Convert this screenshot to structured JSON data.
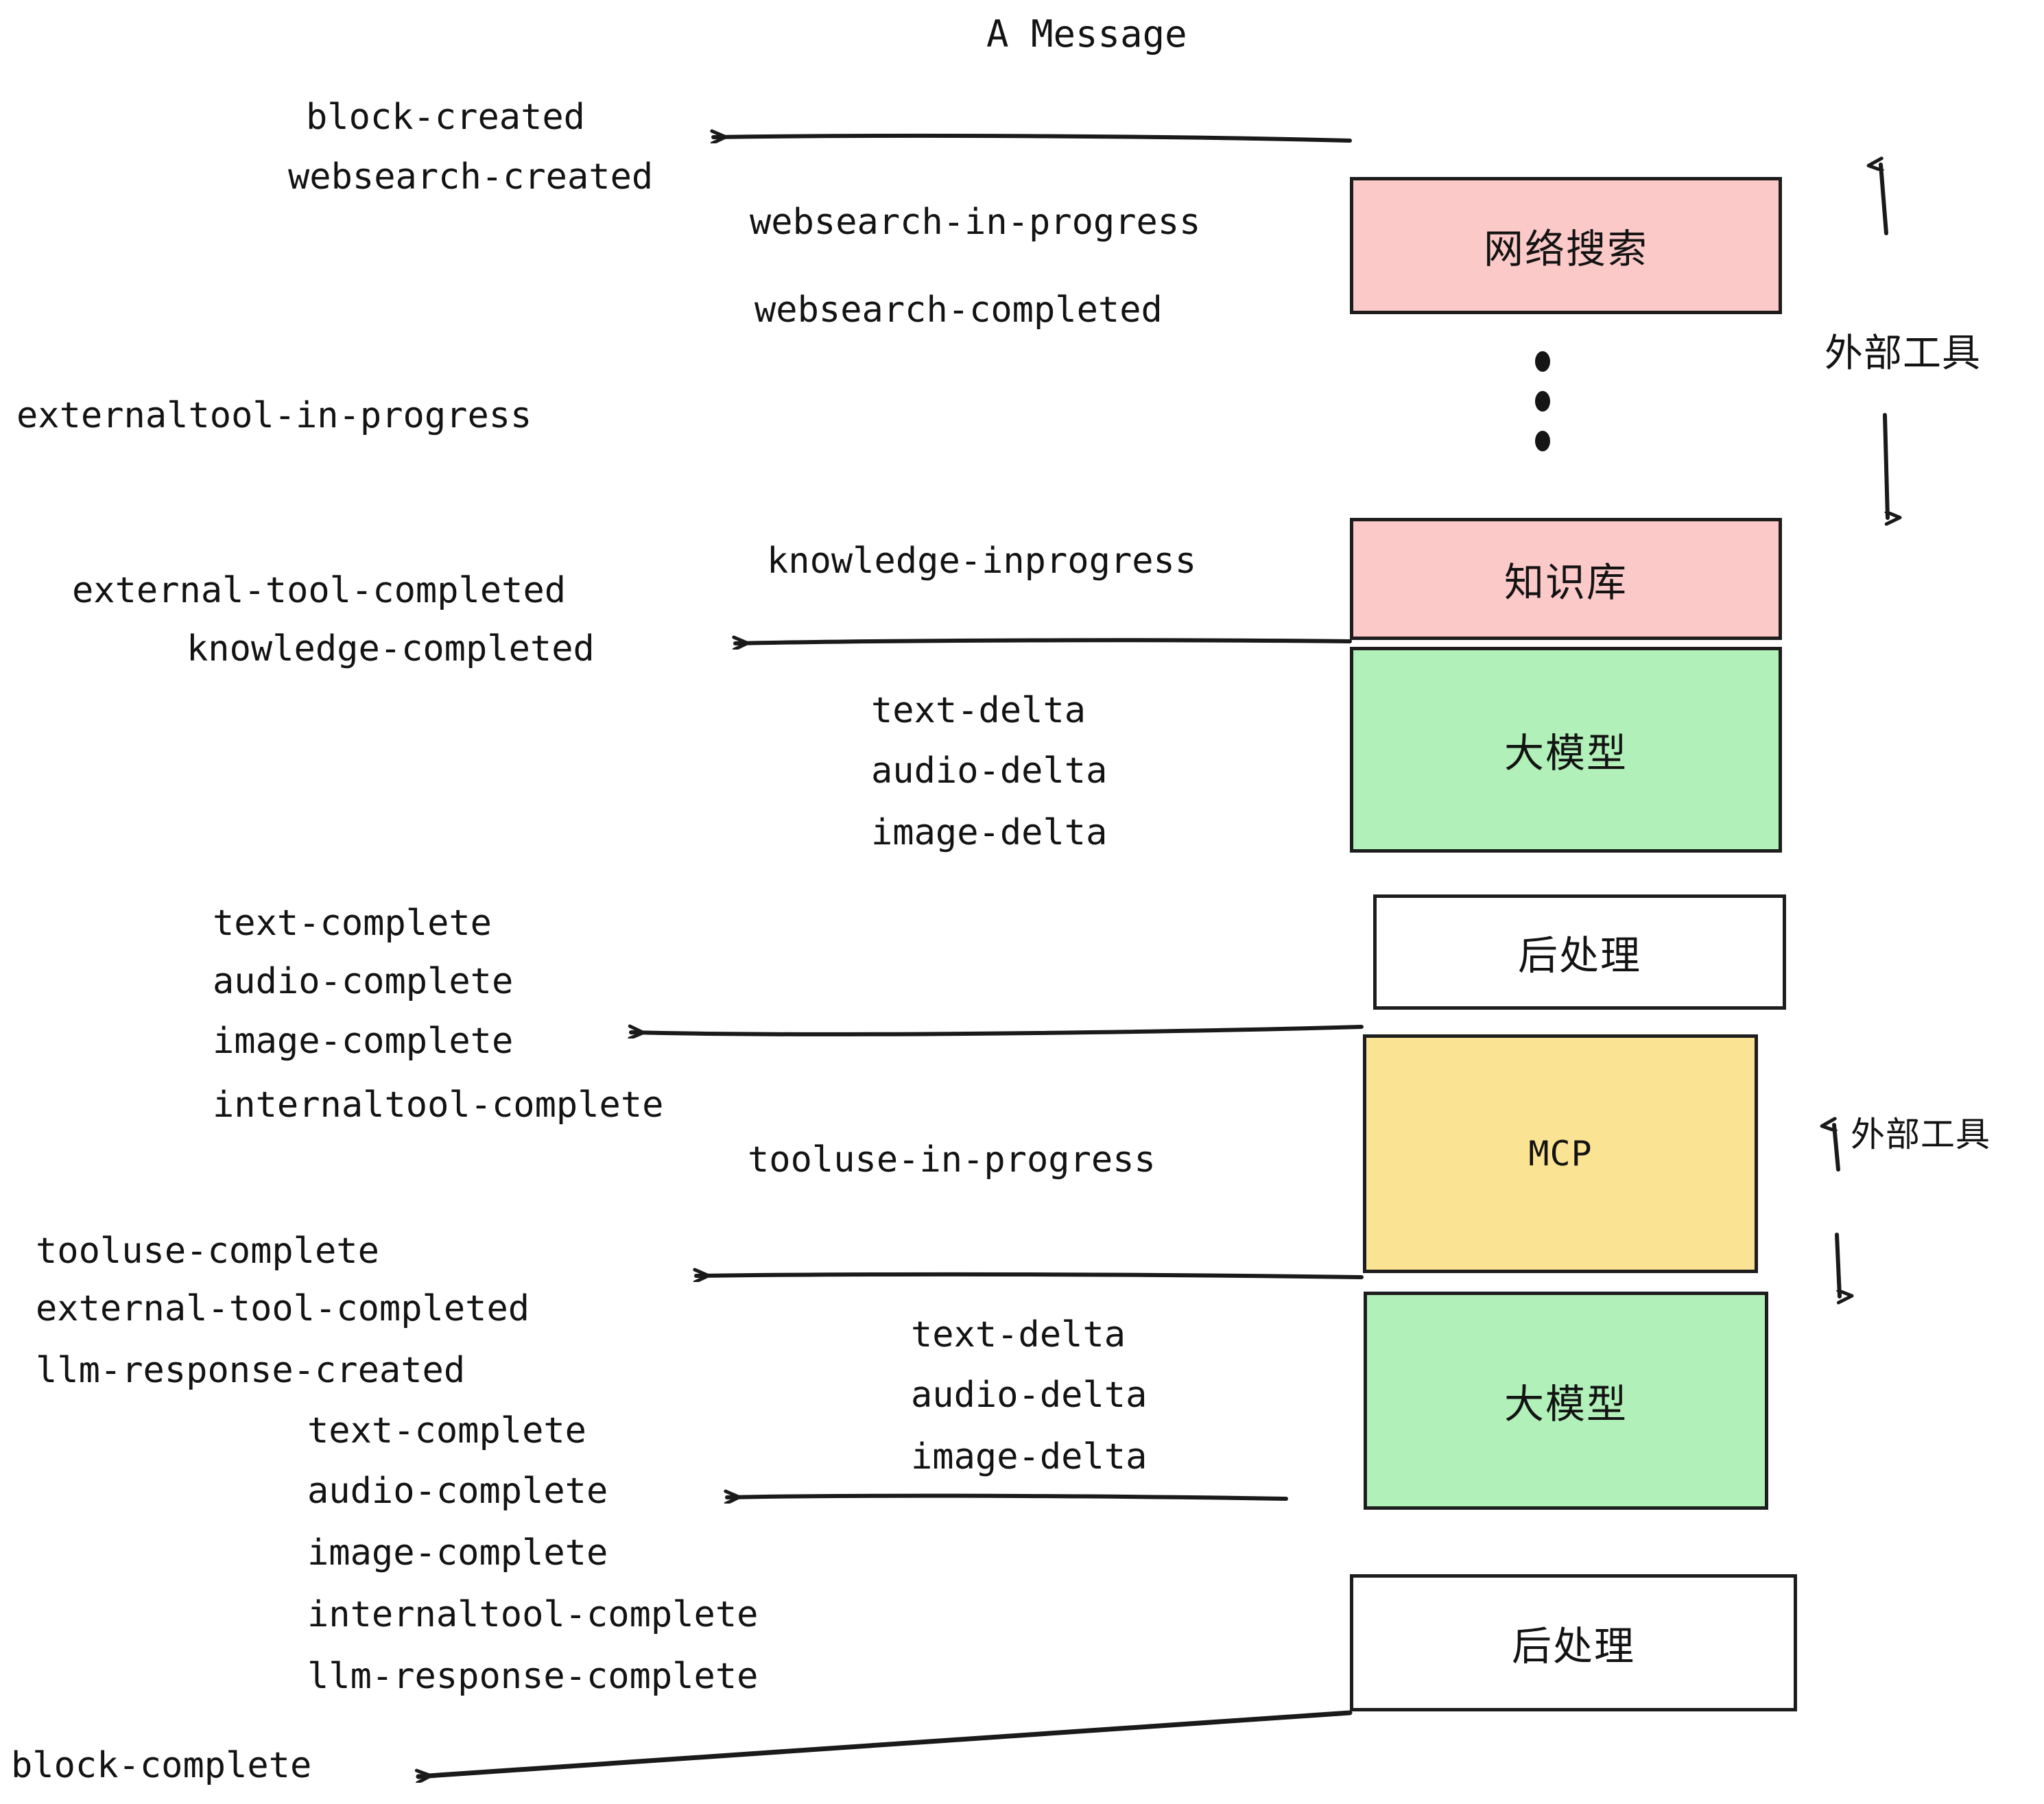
{
  "diagram": {
    "title": "A Message",
    "colors": {
      "pink": "#fcc9c9",
      "green": "#b1f0b8",
      "yellow": "#fae493",
      "white": "#ffffff",
      "stroke": "#1d1d1d",
      "text": "#131313",
      "background": "#ffffff"
    },
    "boxes": [
      {
        "id": "websearch",
        "label": "网络搜索",
        "fill": "pink"
      },
      {
        "id": "knowledge",
        "label": "知识库",
        "fill": "pink"
      },
      {
        "id": "llm-1",
        "label": "大模型",
        "fill": "green"
      },
      {
        "id": "postproc-1",
        "label": "后处理",
        "fill": "white"
      },
      {
        "id": "mcp",
        "label": "MCP",
        "fill": "yellow"
      },
      {
        "id": "llm-2",
        "label": "大模型",
        "fill": "green"
      },
      {
        "id": "postproc-2",
        "label": "后处理",
        "fill": "white"
      }
    ],
    "side_labels": [
      {
        "id": "external-tools-top",
        "label": "外部工具"
      },
      {
        "id": "external-tools-bottom",
        "label": "外部工具"
      }
    ],
    "events": {
      "block_created": "block-created",
      "websearch_created": "websearch-created",
      "websearch_in_progress": "websearch-in-progress",
      "websearch_completed": "websearch-completed",
      "externaltool_in_progress": "externaltool-in-progress",
      "knowledge_inprogress": "knowledge-inprogress",
      "external_tool_completed_1": "external-tool-completed",
      "knowledge_completed": "knowledge-completed",
      "text_delta_1": "text-delta",
      "audio_delta_1": "audio-delta",
      "image_delta_1": "image-delta",
      "text_complete_1": "text-complete",
      "audio_complete_1": "audio-complete",
      "image_complete_1": "image-complete",
      "internaltool_complete_1": "internaltool-complete",
      "tooluse_in_progress": "tooluse-in-progress",
      "tooluse_complete": "tooluse-complete",
      "external_tool_completed_2": "external-tool-completed",
      "llm_response_created": "llm-response-created",
      "text_delta_2": "text-delta",
      "audio_delta_2": "audio-delta",
      "image_delta_2": "image-delta",
      "text_complete_2": "text-complete",
      "audio_complete_2": "audio-complete",
      "image_complete_2": "image-complete",
      "internaltool_complete_2": "internaltool-complete",
      "llm_response_complete": "llm-response-complete",
      "block_complete": "block-complete"
    }
  }
}
